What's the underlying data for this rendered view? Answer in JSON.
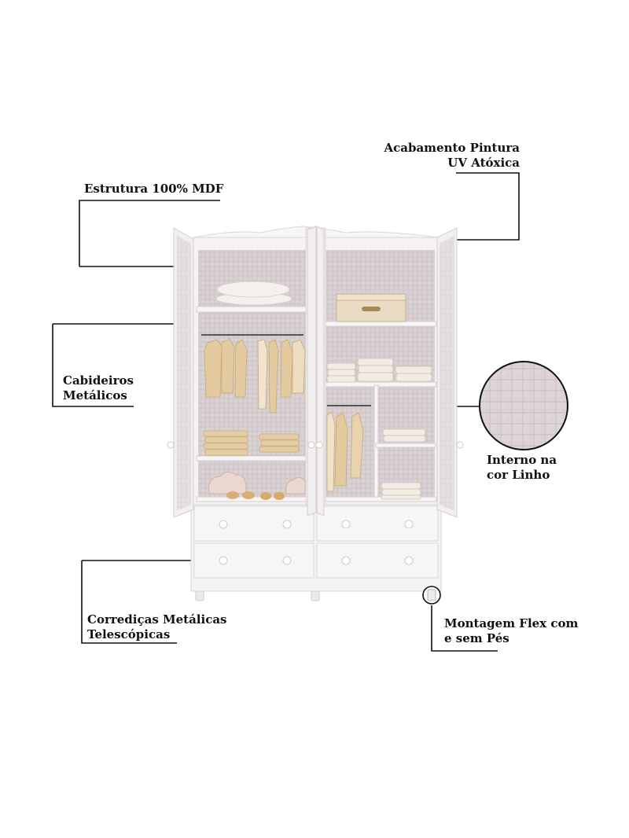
{
  "annotations": {
    "structure": "Estrutura 100% MDF",
    "finish": "Acabamento Pintura\nUV Atóxica",
    "hangers": "Cabideiros\nMetálicos",
    "interior": "Interno na\ncor Linho",
    "slides": "Corrediças Metálicas\nTelescópicas",
    "feet": "Montagem Flex com\ne sem Pés"
  },
  "colors": {
    "furniture_white": "#f4f2f2",
    "linen_interior": "#d8d0d2",
    "clothes_beige": "#e2c79a",
    "callout_line": "#111111"
  },
  "icons": [
    "wardrobe-illustration",
    "linen-texture-swatch",
    "foot-detail-marker"
  ]
}
